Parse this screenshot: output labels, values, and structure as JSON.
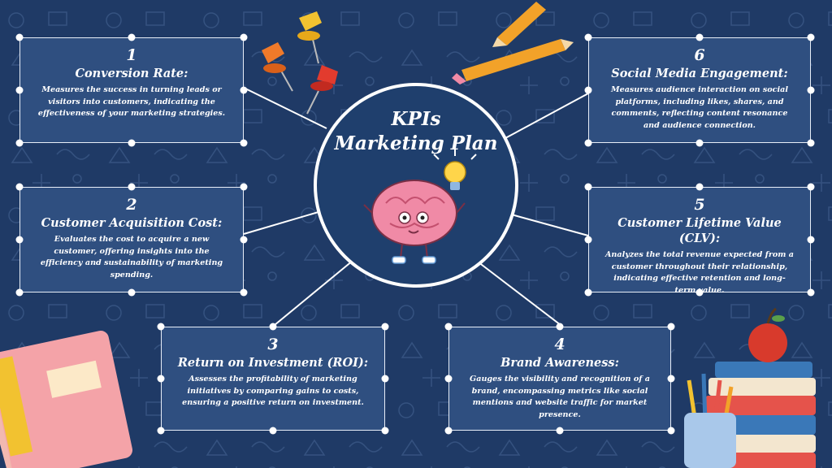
{
  "center": {
    "title_line1": "KPIs",
    "title_line2": "Marketing Plan"
  },
  "kpis": [
    {
      "number": "1",
      "title": "Conversion Rate:",
      "description": "Measures the success in turning leads or visitors into customers, indicating the effectiveness of your marketing strategies."
    },
    {
      "number": "2",
      "title": "Customer Acquisition Cost:",
      "description": "Evaluates the cost to acquire a new customer, offering insights into the efficiency and sustainability of marketing spending."
    },
    {
      "number": "3",
      "title": "Return on Investment (ROI):",
      "description": "Assesses the profitability of marketing initiatives by comparing gains to costs, ensuring a positive return on investment."
    },
    {
      "number": "4",
      "title": "Brand Awareness:",
      "description": "Gauges the visibility and recognition of a brand, encompassing metrics like social mentions and website traffic for market presence."
    },
    {
      "number": "5",
      "title": "Customer Lifetime Value (CLV):",
      "description": "Analyzes the total revenue expected from a customer throughout their relationship, indicating effective retention and long-term value."
    },
    {
      "number": "6",
      "title": "Social Media Engagement:",
      "description": "Measures audience interaction on social platforms, including likes, shares, and comments, reflecting content resonance and audience connection."
    }
  ],
  "colors": {
    "background": "#1f3a66",
    "card": "#2f4f80",
    "circle": "#1f3f6d",
    "brain": "#f08aa6"
  }
}
